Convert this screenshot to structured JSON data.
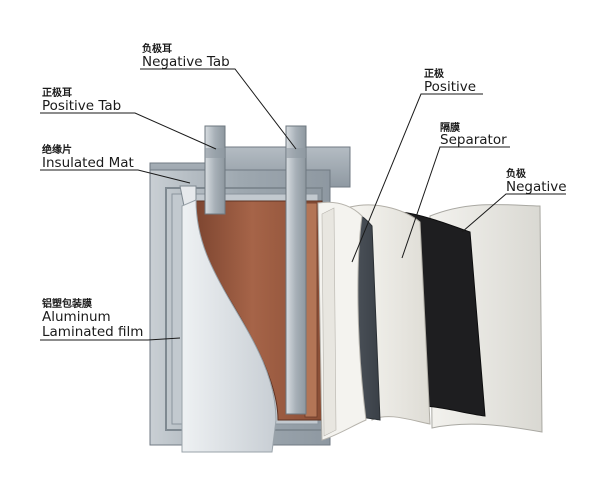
{
  "labels": {
    "negative_tab": {
      "zh": "负极耳",
      "en": "Negative Tab"
    },
    "positive_tab": {
      "zh": "正极耳",
      "en": "Positive Tab"
    },
    "insulated_mat": {
      "zh": "绝缘片",
      "en": "Insulated Mat"
    },
    "aluminum_film": {
      "zh": "铝塑包装膜",
      "en_line1": "Aluminum",
      "en_line2": "Laminated film"
    },
    "positive": {
      "zh": "正极",
      "en": "Positive"
    },
    "separator": {
      "zh": "隔膜",
      "en": "Separator"
    },
    "negative": {
      "zh": "负极",
      "en": "Negative"
    }
  },
  "colors": {
    "casing": "#9aa4ad",
    "casing_light": "#d4d9de",
    "electrode_copper": "#9a5a3e",
    "positive_layer": "#4a5058",
    "separator_layer": "#ecebe6",
    "negative_layer": "#1e1e20",
    "tab_metal": "#b9c1c7",
    "leader_line": "#1a1a1a"
  }
}
